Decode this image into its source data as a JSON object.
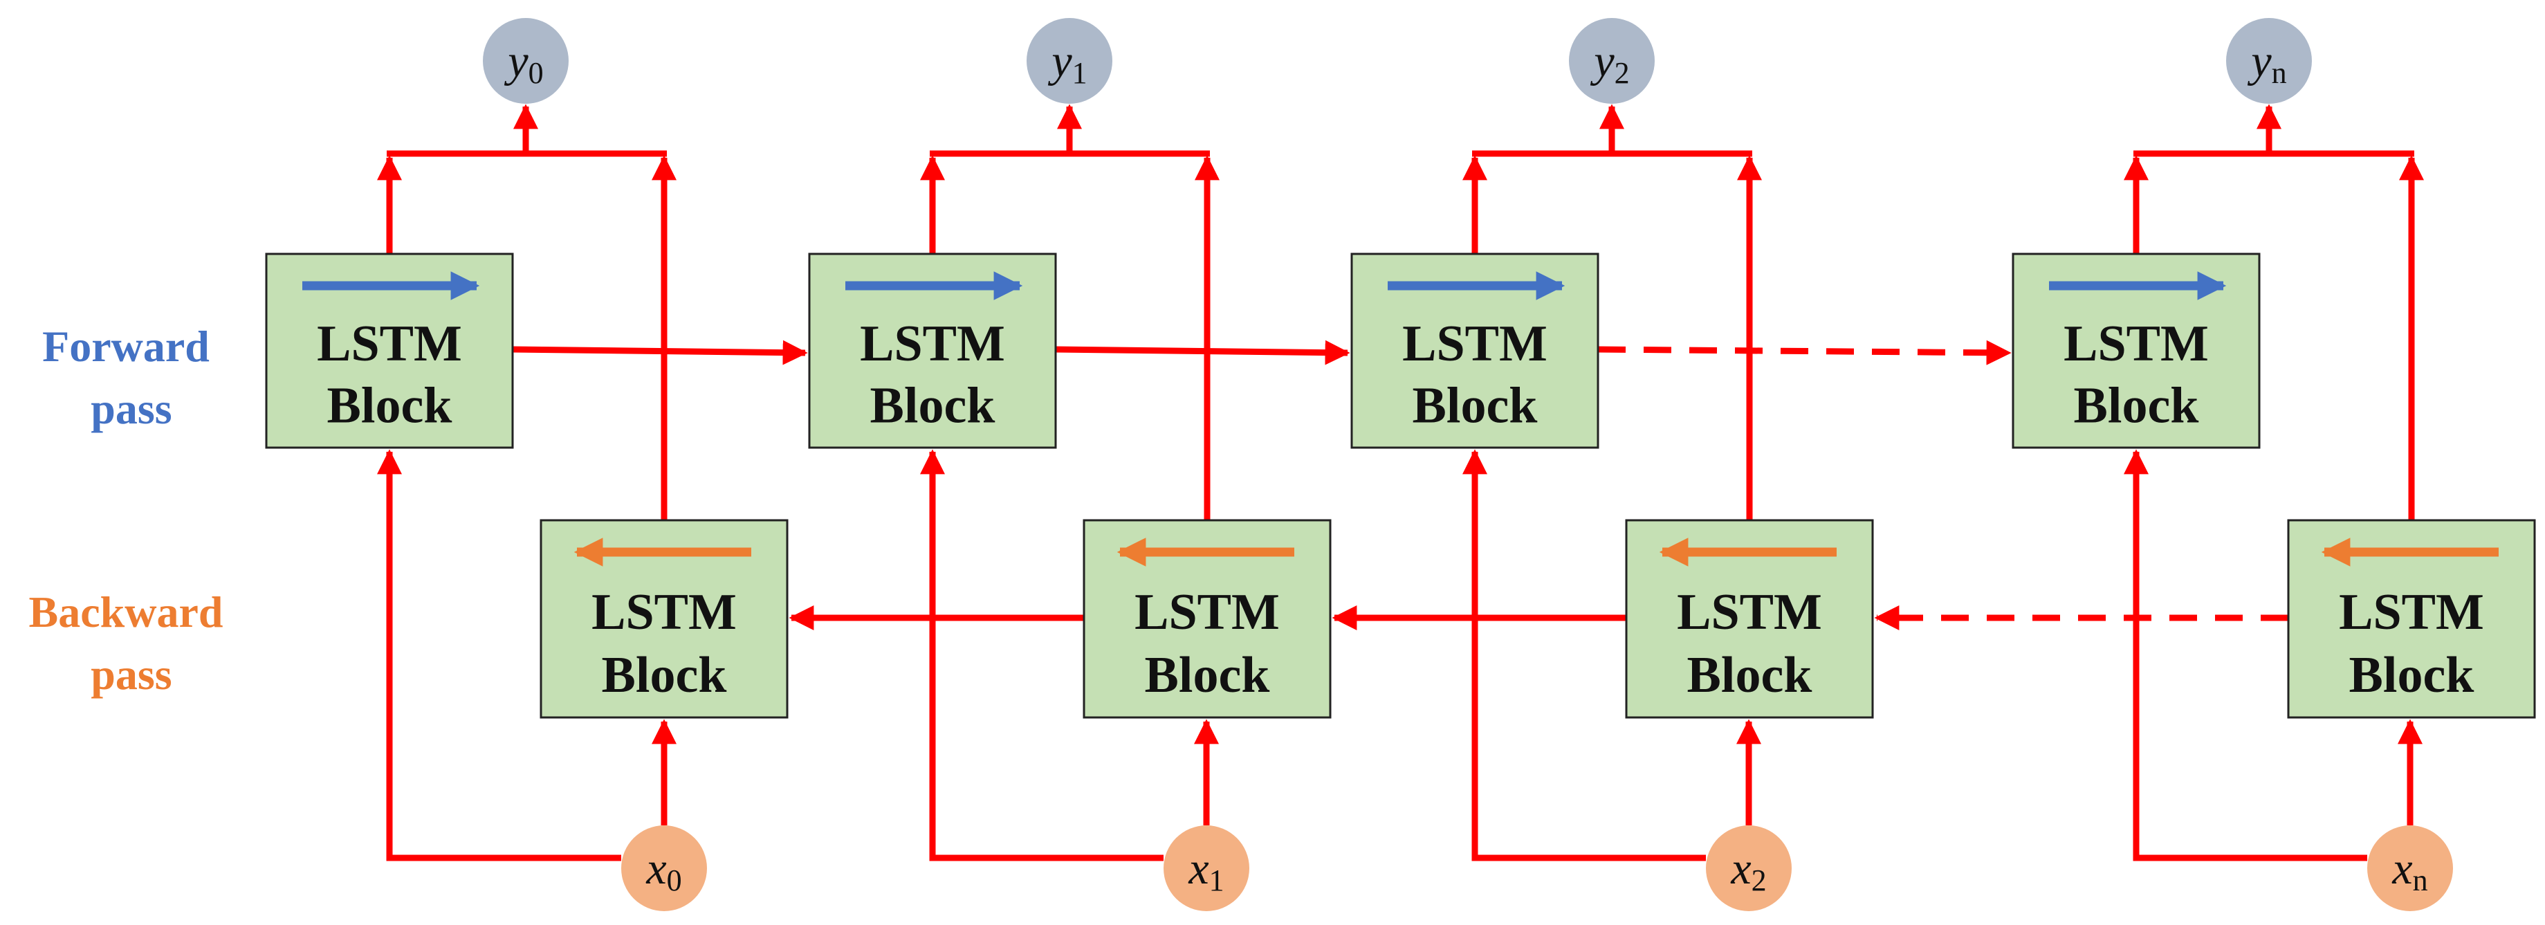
{
  "labels": {
    "forward": [
      "Forward",
      "pass"
    ],
    "backward": [
      "Backward",
      "pass"
    ]
  },
  "block": {
    "line1": "LSTM",
    "line2": "Block"
  },
  "outputs": [
    {
      "var": "y",
      "sub": "0"
    },
    {
      "var": "y",
      "sub": "1"
    },
    {
      "var": "y",
      "sub": "2"
    },
    {
      "var": "y",
      "sub": "n"
    }
  ],
  "inputs": [
    {
      "var": "x",
      "sub": "0"
    },
    {
      "var": "x",
      "sub": "1"
    },
    {
      "var": "x",
      "sub": "2"
    },
    {
      "var": "x",
      "sub": "n"
    }
  ],
  "colors": {
    "forward": "#4472C4",
    "backward": "#ED7D31",
    "connection": "#FF0000",
    "block_fill": "#C5E0B4",
    "output_node": "#ADB9CA",
    "input_node": "#F4B183"
  },
  "icons": {
    "forward": "arrow-right-icon",
    "backward": "arrow-left-icon"
  }
}
